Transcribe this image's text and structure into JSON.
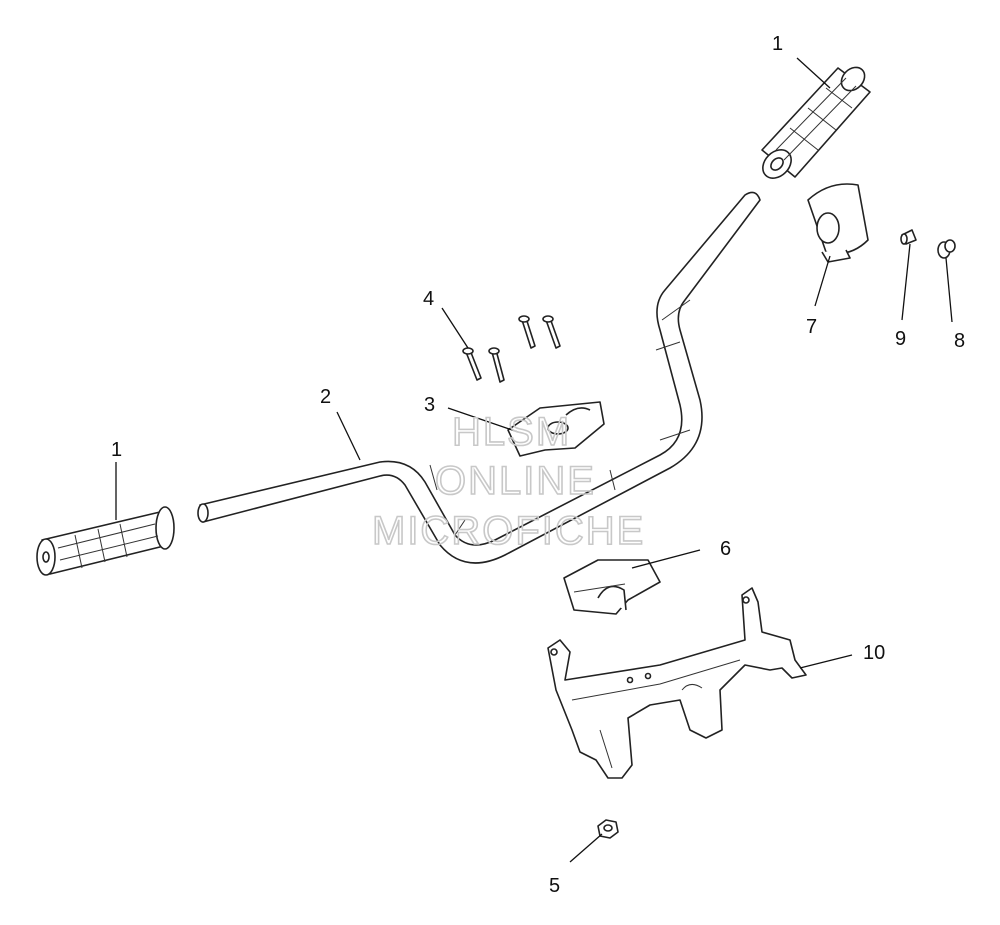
{
  "watermark": {
    "line1": "HLSM",
    "line2": "ONLINE",
    "line3": "MICROFICHE"
  },
  "callouts": {
    "grip_right": "1",
    "grip_left": "1",
    "handlebar": "2",
    "clamp_upper": "3",
    "bolt": "4",
    "nut": "5",
    "clamp_lower": "6",
    "switch_housing": "7",
    "plug": "8",
    "screw": "9",
    "bracket": "10"
  }
}
